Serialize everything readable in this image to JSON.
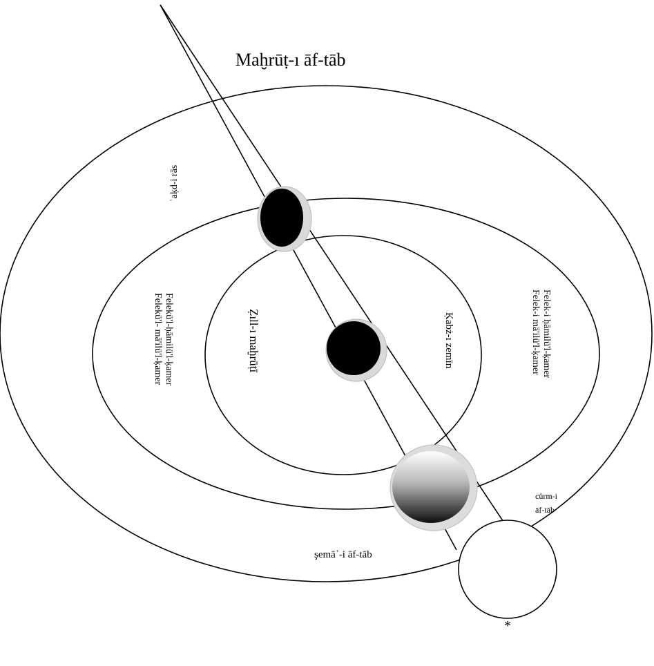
{
  "diagram": {
    "title": "Maḫrūṭ-ı āf-tāb",
    "labels": {
      "akd_i_ras": "ʿaḳd-i rās",
      "zill": "Ẓıll-ı maḫrūṭī",
      "kabz": "Ḳabż-ı zemīn",
      "felek_left_1": "Felekü'l-ḥāmilü'l-ḳamer",
      "felek_left_2": "Felekü'l- mā'ilü'l-ḳamer",
      "felek_right_1": "Felek-i ḥāmilü'l-ḳamer",
      "felek_right_2": "Felek-i mā'ilü'l-ḳamer",
      "curm_1": "cürm-i",
      "curm_2": "āf-tāb",
      "sema": "şemāʿ-i āf-tāb",
      "star": "*"
    },
    "colors": {
      "stroke": "#000000",
      "moon_fill": "#000000",
      "halo": "#d9d9d9",
      "sun_light": "#ffffff",
      "sun_dark": "#111111"
    }
  }
}
